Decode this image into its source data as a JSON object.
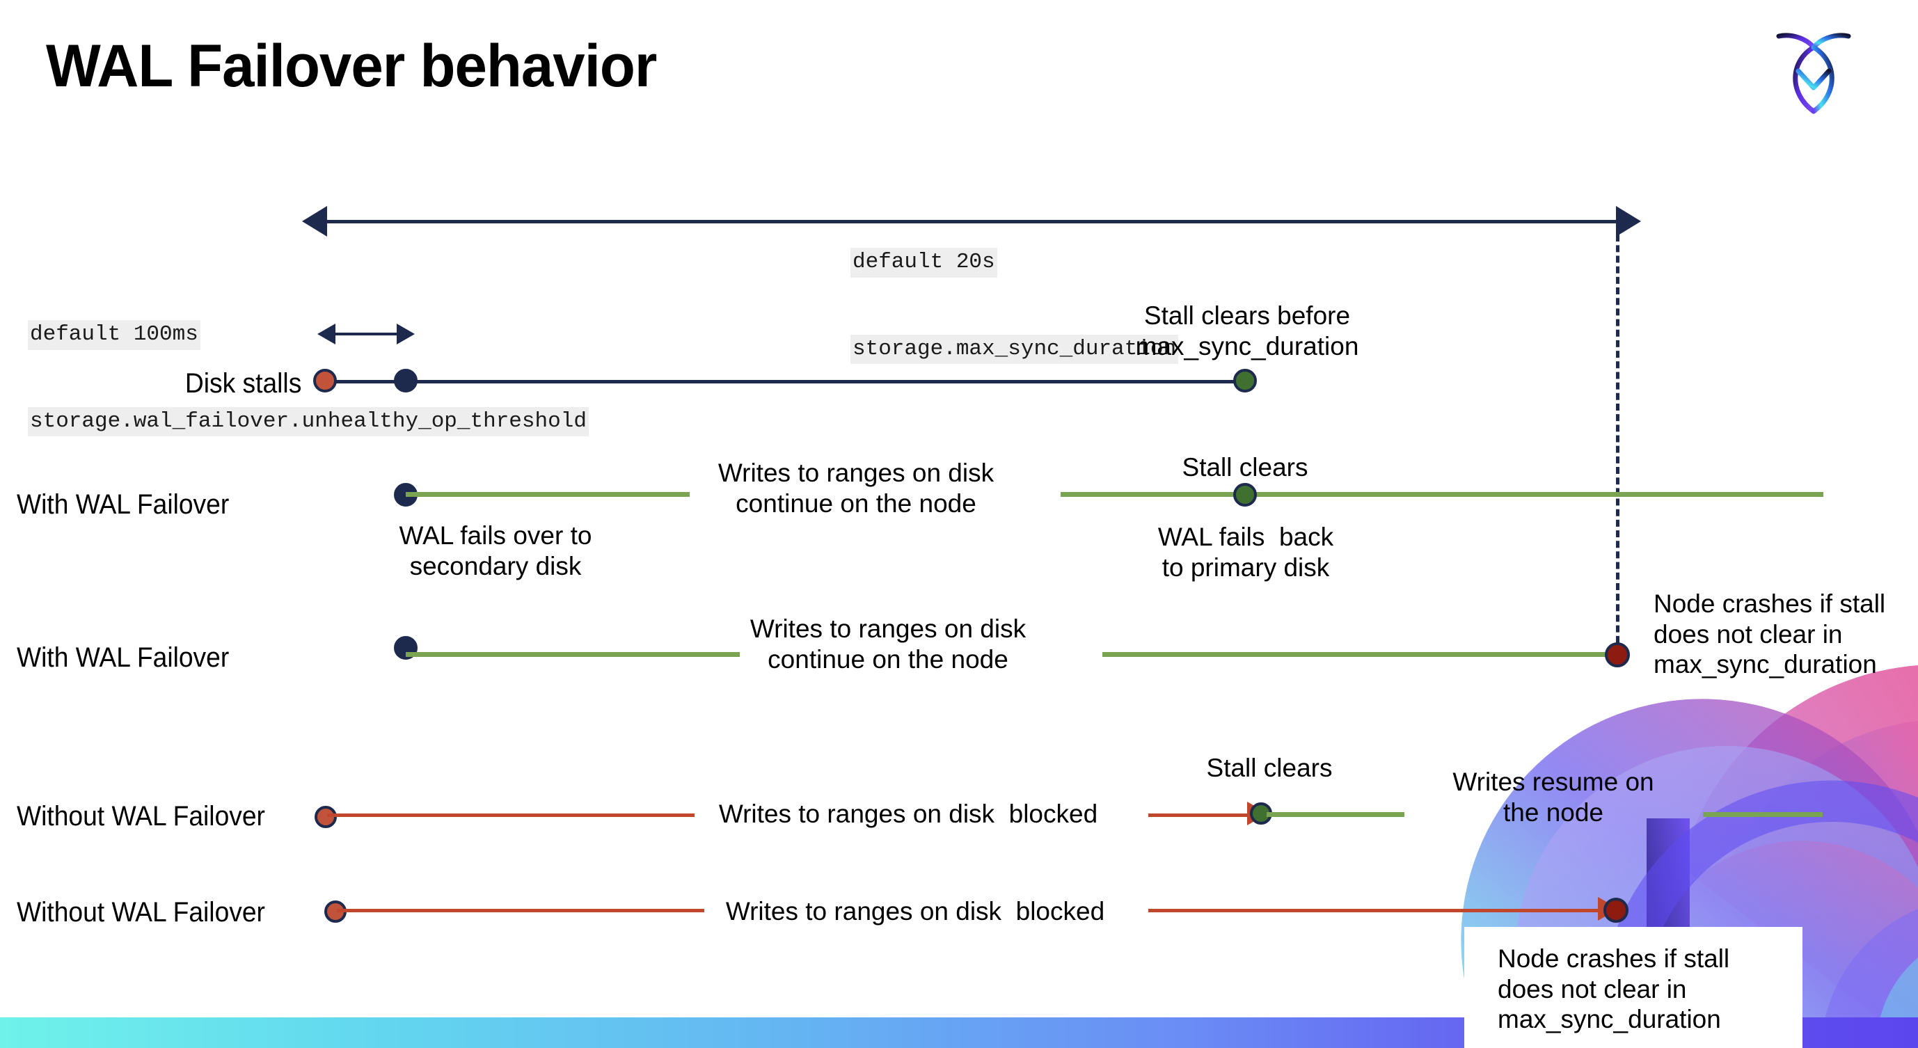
{
  "slide": {
    "title": "WAL Failover behavior",
    "logo_name": "cockroachdb-logo"
  },
  "annotations": {
    "max_sync_default": "default 20s",
    "max_sync_setting": "storage.max_sync_duration",
    "unhealthy_default": "default 100ms",
    "unhealthy_setting": "storage.wal_failover.unhealthy_op_threshold"
  },
  "rows": [
    {
      "label": "Disk stalls",
      "note_top": "Stall clears before\nmax_sync_duration"
    },
    {
      "label": "With WAL Failover",
      "note_mid": "Writes to ranges on disk\ncontinue on the node",
      "note_stall": "Stall clears",
      "note_below_start": "WAL fails over to\nsecondary disk",
      "note_below_end": "WAL fails  back\nto primary disk"
    },
    {
      "label": "With WAL Failover",
      "note_mid": "Writes to ranges on disk\ncontinue on the node",
      "note_crash": "Node crashes if stall\ndoes not clear in\nmax_sync_duration"
    },
    {
      "label": "Without WAL Failover",
      "note_mid": "Writes to ranges on disk  blocked",
      "note_stall": "Stall clears",
      "note_resume": "Writes resume on\nthe node"
    },
    {
      "label": "Without WAL Failover",
      "note_mid": "Writes to ranges on disk  blocked",
      "note_crash": "Node crashes if stall\ndoes not clear in\nmax_sync_duration"
    }
  ],
  "colors": {
    "navy": "#1d2a4d",
    "green_line": "#7aa352",
    "green_dot": "#3f7030",
    "red_line": "#c0472b",
    "red_dot": "#c0533a",
    "dark_red_dot": "#8e1b10",
    "code_bg": "#eeeeee",
    "bar_start": "#6ff2ea",
    "bar_end": "#5b46ee"
  }
}
